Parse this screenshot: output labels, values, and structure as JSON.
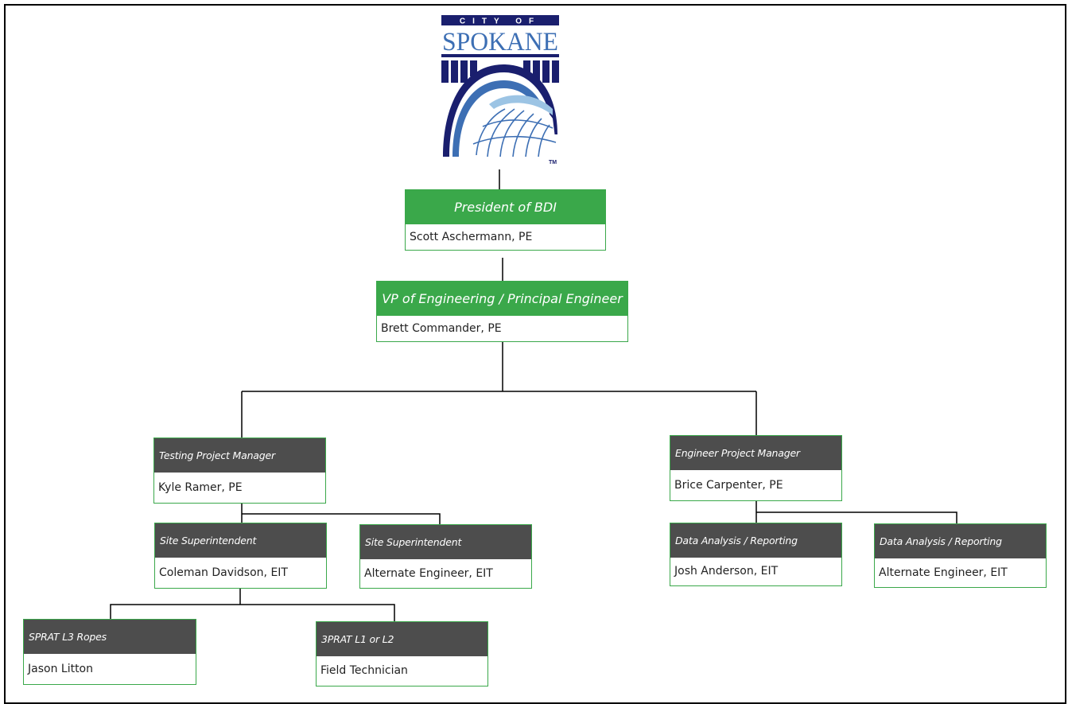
{
  "logo": {
    "top_text": "CITY OF",
    "name": "SPOKANE",
    "trademark": "TM",
    "colors": {
      "navy": "#1a1f6e",
      "blue": "#3d6fb4",
      "light_blue": "#9cc4e4"
    }
  },
  "colors": {
    "exec_header": "#3aa84a",
    "manager_header": "#4d4d4d",
    "border": "#3aa84a",
    "line": "#000000"
  },
  "nodes": {
    "president": {
      "title": "President of BDI",
      "name": "Scott Aschermann, PE"
    },
    "vp": {
      "title": "VP of Engineering / Principal Engineer",
      "name": "Brett Commander, PE"
    },
    "testing_pm": {
      "title": "Testing Project Manager",
      "name": "Kyle Ramer, PE"
    },
    "engineer_pm": {
      "title": "Engineer Project Manager",
      "name": "Brice Carpenter, PE"
    },
    "site_super_1": {
      "title": "Site Superintendent",
      "name": "Coleman Davidson, EIT"
    },
    "site_super_2": {
      "title": "Site Superintendent",
      "name": "Alternate Engineer, EIT"
    },
    "data_analysis_1": {
      "title": "Data Analysis / Reporting",
      "name": "Josh Anderson, EIT"
    },
    "data_analysis_2": {
      "title": "Data Analysis / Reporting",
      "name": "Alternate Engineer, EIT"
    },
    "sprat_l3": {
      "title": "SPRAT L3 Ropes",
      "name": "Jason Litton"
    },
    "sprat_l1_l2": {
      "title": "3PRAT L1 or L2",
      "name": "Field Technician"
    }
  }
}
